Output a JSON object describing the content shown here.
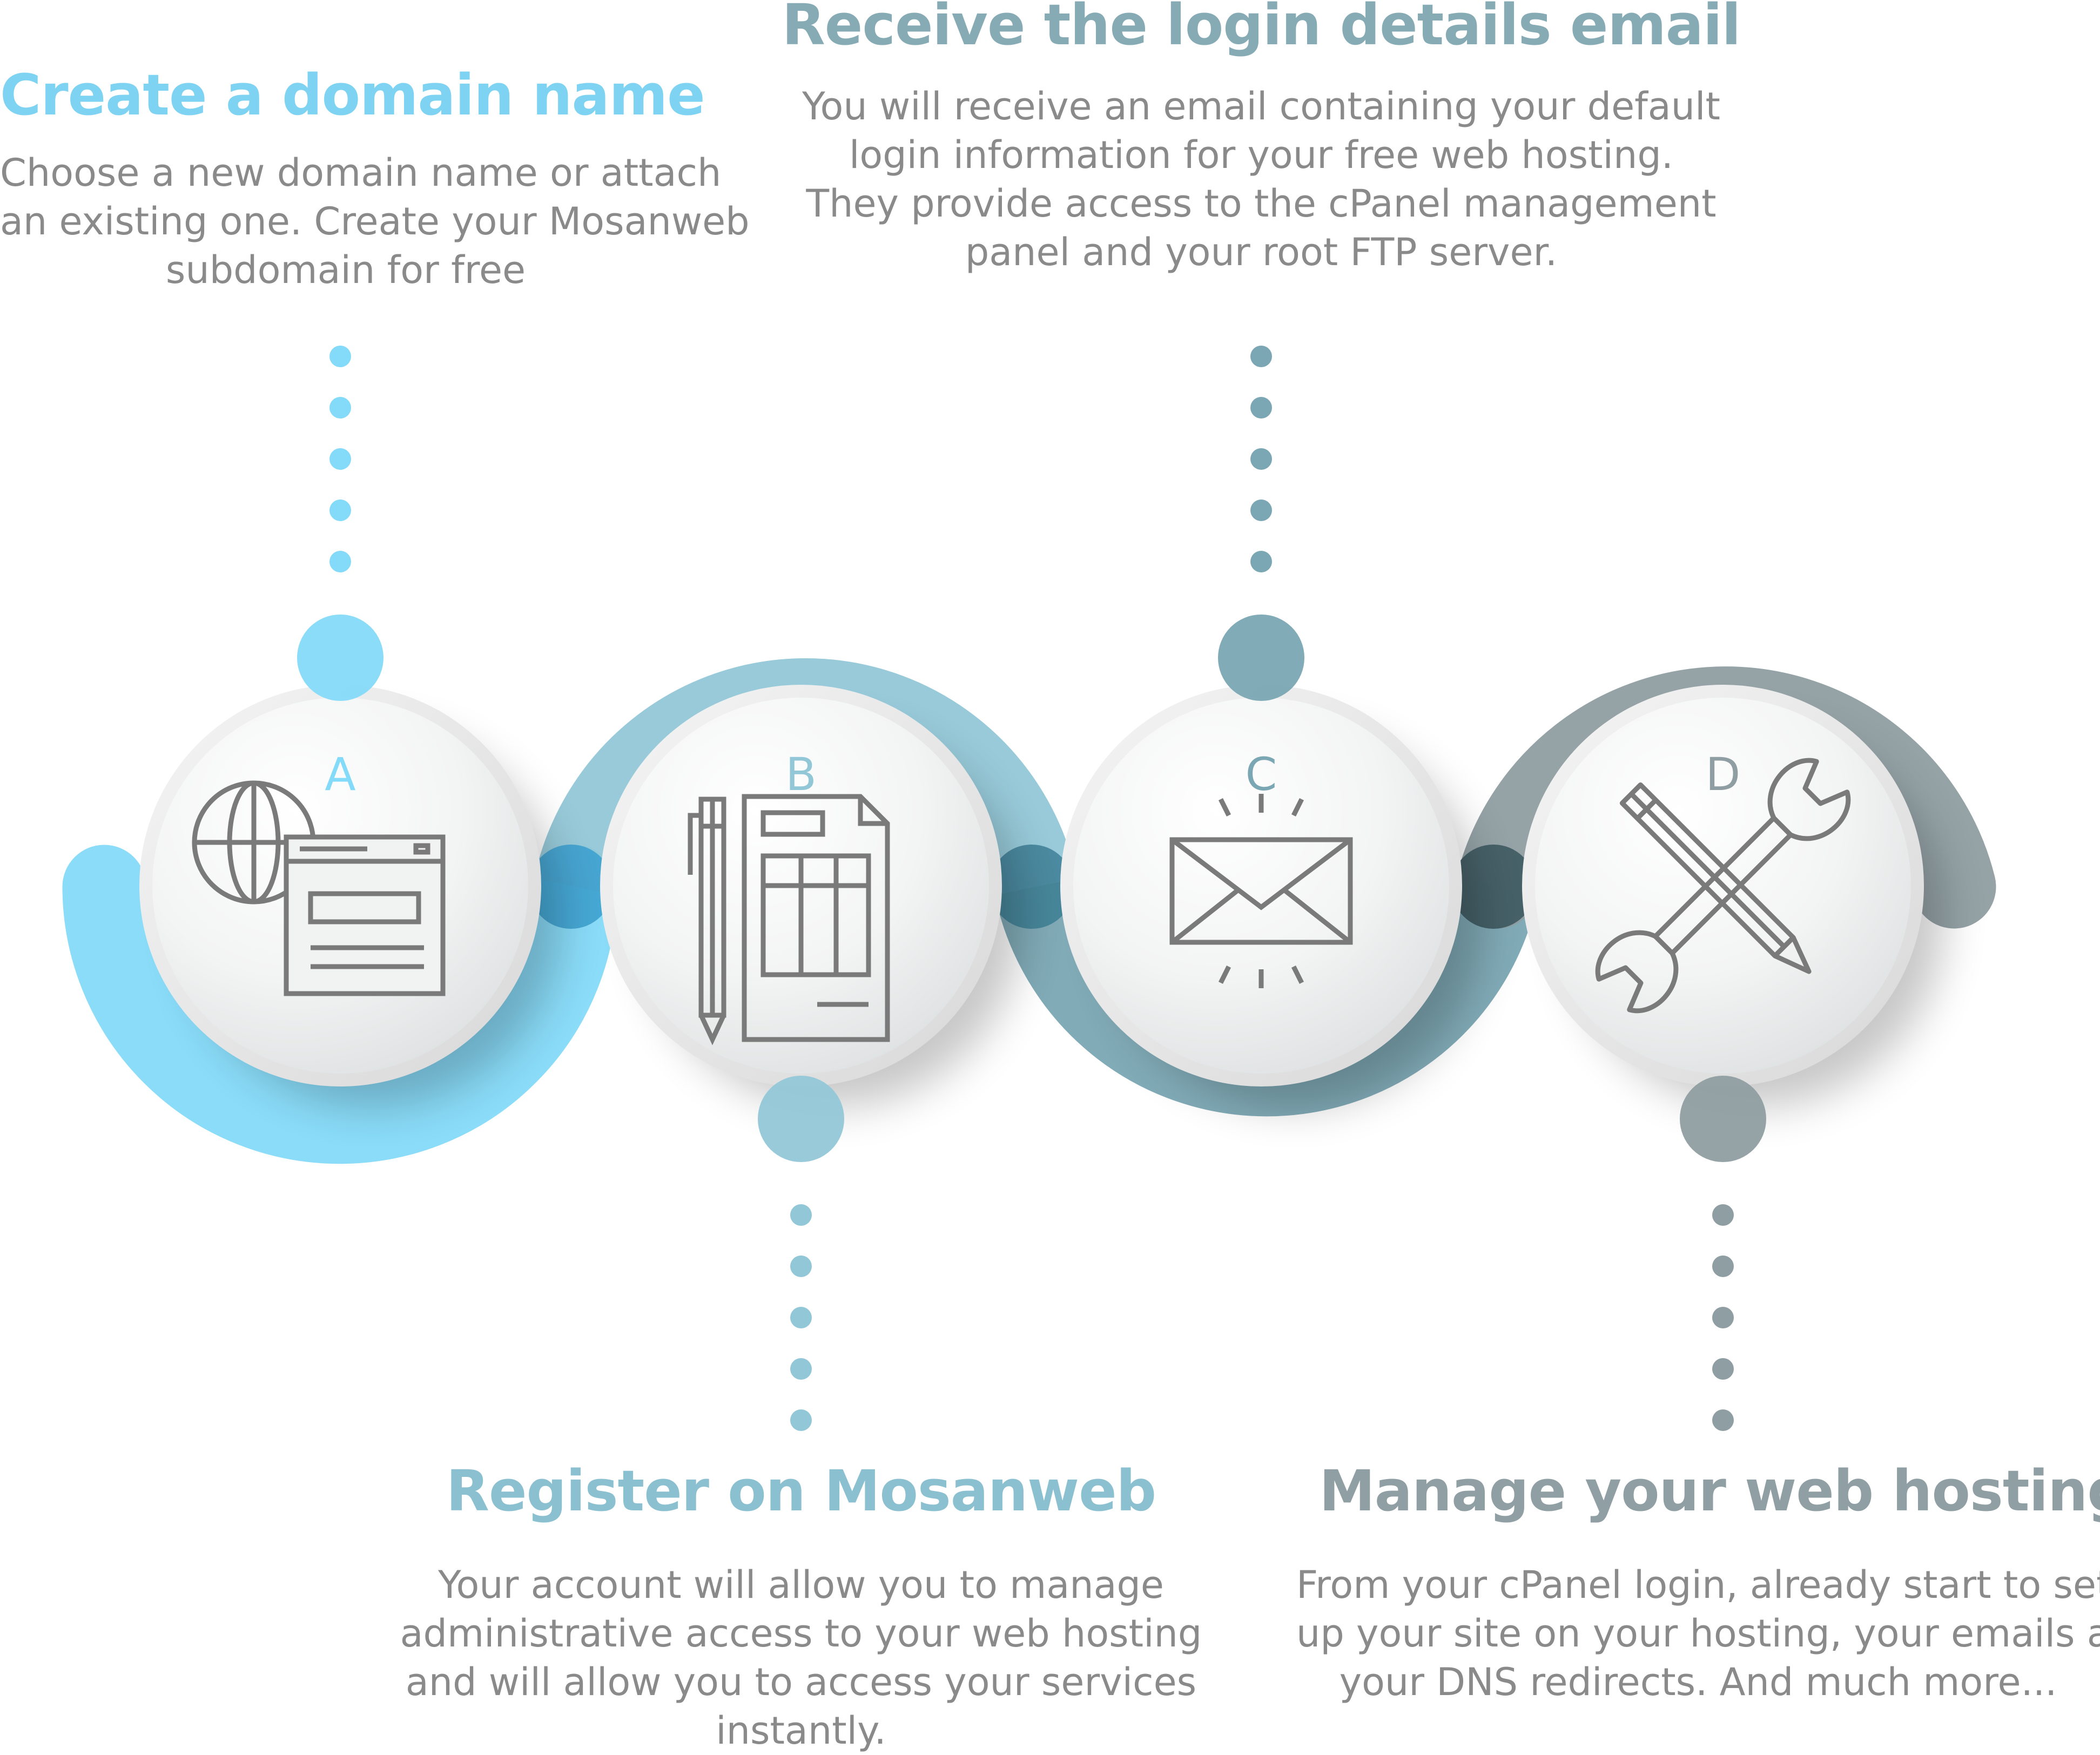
{
  "colors": {
    "step_a": "#84daf9",
    "step_b": "#92c7d7",
    "step_c": "#7aa7b3",
    "step_d": "#8f9ea2",
    "title_a": "#7ed2f2",
    "title_b": "#8bc0d0",
    "title_c": "#86abb5",
    "title_d": "#909fa3",
    "description": "#8a8a8a",
    "icon_stroke": "#7a7a7a"
  },
  "steps": [
    {
      "letter": "A",
      "icon": "globe-browser-icon",
      "title": "Create a domain name",
      "lines": [
        "Choose a new domain name or attach",
        "an existing one. Create your Mosanweb",
        "subdomain for free"
      ]
    },
    {
      "letter": "B",
      "icon": "pen-document-icon",
      "title": "Register on Mosanweb",
      "lines": [
        "Your account will allow you to manage",
        "administrative access to your web hosting",
        "and will allow you to access your services",
        "instantly."
      ]
    },
    {
      "letter": "C",
      "icon": "envelope-icon",
      "title": "Receive the login details email",
      "lines": [
        "You will receive an email containing your default",
        "login information for your free web hosting.",
        "They provide access to the cPanel management",
        "panel and your root FTP server."
      ]
    },
    {
      "letter": "D",
      "icon": "wrench-pencil-icon",
      "title": "Manage your web hosting",
      "lines": [
        "From your cPanel login, already start to set",
        "up your site on your hosting, your emails and",
        "your DNS redirects. And much more..."
      ]
    }
  ]
}
